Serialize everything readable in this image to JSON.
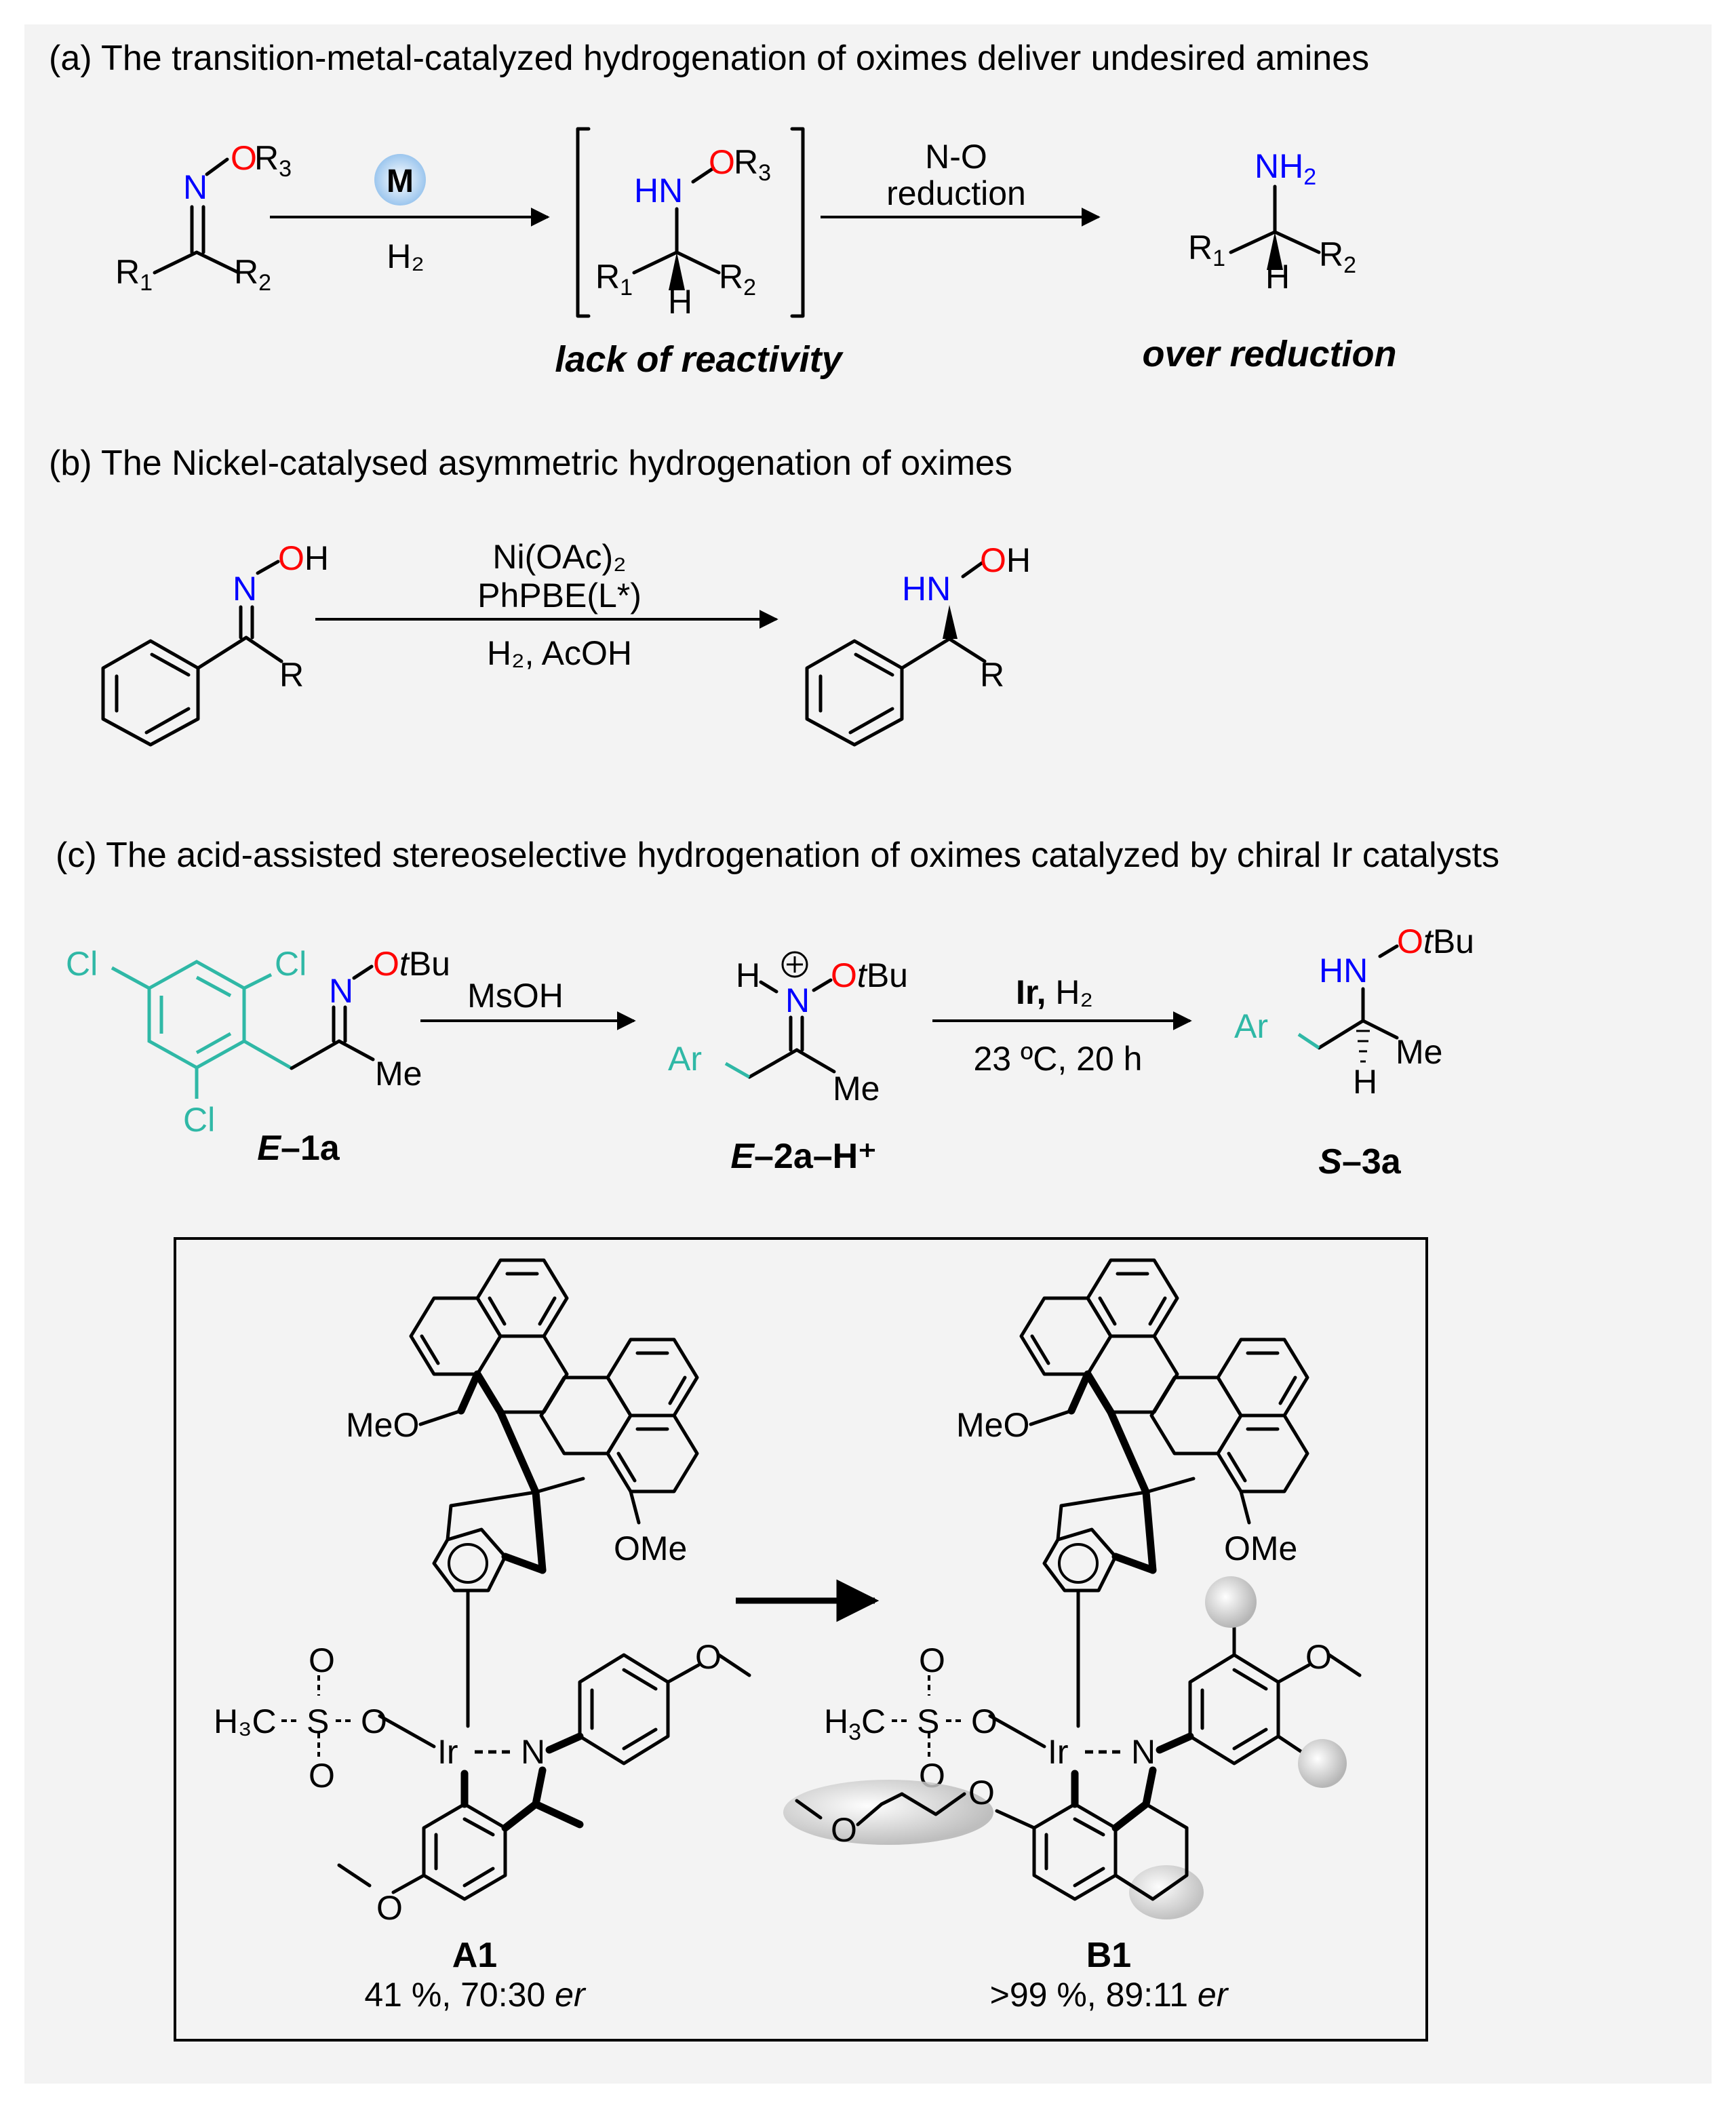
{
  "captions": {
    "a": "(a) The transition-metal-catalyzed hydrogenation of oximes deliver undesired amines",
    "b": "(b) The Nickel-catalysed asymmetric hydrogenation of oximes",
    "c": "(c) The acid-assisted stereoselective hydrogenation of oximes catalyzed by chiral Ir catalysts"
  },
  "scheme_a": {
    "metal": "M",
    "h2": "H₂",
    "step2_line1": "N-O",
    "step2_line2": "reduction",
    "note1": "lack of reactivity",
    "note2": "over reduction",
    "atoms": {
      "N": "N",
      "OR3": "OR₃",
      "R1": "R₁",
      "R2": "R₂",
      "HN": "HN",
      "H": "H",
      "NH2": "NH₂"
    }
  },
  "scheme_b": {
    "reagent1": "Ni(OAc)₂",
    "reagent2": "PhPBE(L*)",
    "reagent3": "H₂, AcOH",
    "atoms": {
      "N": "N",
      "OH": "OH",
      "R": "R",
      "HN": "HN"
    }
  },
  "scheme_c": {
    "reagent1": "MsOH",
    "reagent2_bold": "Ir,",
    "reagent2_rest": " H₂",
    "reagent3": "23 ºC, 20 h",
    "label1_italic": "E",
    "label1_rest": "–1a",
    "label2_italic": "E",
    "label2_rest": "–2a–H⁺",
    "label3_italic": "S",
    "label3_rest": "–3a",
    "atoms": {
      "Cl": "Cl",
      "N": "N",
      "O": "O",
      "tBu_t": "t",
      "tBu": "Bu",
      "Me": "Me",
      "Ar": "Ar",
      "H": "H",
      "HN": "HN"
    }
  },
  "catalysts": {
    "A1": {
      "label": "A1",
      "result_pre": "41 %, 70:30 ",
      "result_it": "er"
    },
    "B1": {
      "label": "B1",
      "result_pre": ">99 %, 89:11 ",
      "result_it": "er"
    },
    "atoms": {
      "MeO": "MeO",
      "OMe": "OMe",
      "Ir": "Ir",
      "N": "N",
      "O": "O",
      "S": "S",
      "H3C": "H₃C"
    }
  },
  "colors": {
    "heteroN": "#0000ff",
    "heteroO": "#ff0000",
    "aryl": "#2fb8a6",
    "metal_highlight": "#a8cdf0",
    "steric_highlight": "#c8c8c8",
    "panel": "#f3f3f3"
  }
}
